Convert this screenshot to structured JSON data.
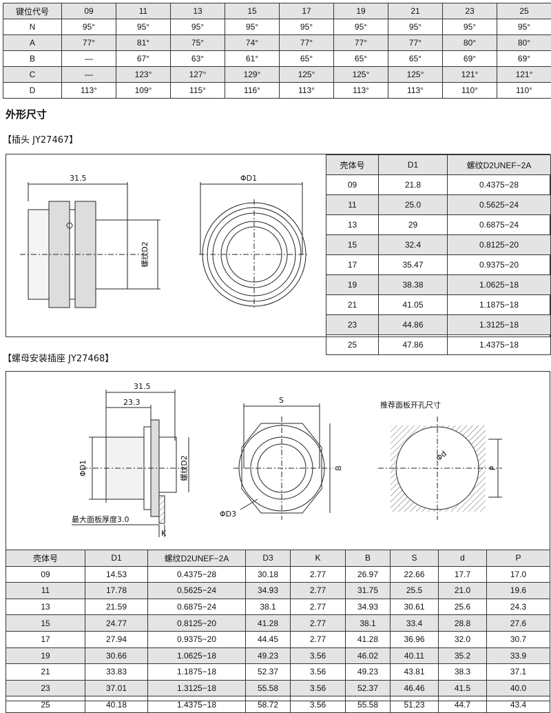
{
  "key_table": {
    "header": [
      "键位代号",
      "09",
      "11",
      "13",
      "15",
      "17",
      "19",
      "21",
      "23",
      "25"
    ],
    "rows": [
      [
        "N",
        "95°",
        "95°",
        "95°",
        "95°",
        "95°",
        "95°",
        "95°",
        "95°",
        "95°"
      ],
      [
        "A",
        "77°",
        "81°",
        "75°",
        "74°",
        "77°",
        "77°",
        "77°",
        "80°",
        "80°"
      ],
      [
        "B",
        "—",
        "67°",
        "63°",
        "61°",
        "65°",
        "65°",
        "65°",
        "69°",
        "69°"
      ],
      [
        "C",
        "—",
        "123°",
        "127°",
        "129°",
        "125°",
        "125°",
        "125°",
        "121°",
        "121°"
      ],
      [
        "D",
        "113°",
        "109°",
        "115°",
        "116°",
        "113°",
        "113°",
        "113°",
        "110°",
        "110°"
      ]
    ]
  },
  "section_title": "外形尺寸",
  "plug": {
    "title": "【插头 JY27467】",
    "drawing_labels": {
      "length": "31.5",
      "thread": "螺纹D2",
      "dia": "ΦD1"
    },
    "table": {
      "header": [
        "壳体号",
        "D1",
        "螺纹D2UNEF−2A"
      ],
      "rows": [
        [
          "09",
          "21.8",
          "0.4375−28"
        ],
        [
          "11",
          "25.0",
          "0.5625−24"
        ],
        [
          "13",
          "29",
          "0.6875−24"
        ],
        [
          "15",
          "32.4",
          "0.8125−20"
        ],
        [
          "17",
          "35.47",
          "0.9375−20"
        ],
        [
          "19",
          "38.38",
          "1.0625−18"
        ],
        [
          "21",
          "41.05",
          "1.1875−18"
        ],
        [
          "23",
          "44.86",
          "1.3125−18"
        ],
        [
          "25",
          "47.86",
          "1.4375−18"
        ]
      ]
    }
  },
  "receptacle": {
    "title": "【螺母安装插座 JY27468】",
    "drawing_labels": {
      "length": "31.5",
      "length2": "23.3",
      "dia1": "ΦD1",
      "thread": "螺纹D2",
      "panel": "最大面板厚度3.0",
      "k": "K",
      "s": "S",
      "b": "B",
      "d3": "ΦD3",
      "cutout_title": "推荐面板开孔尺寸",
      "d": "Φd",
      "p": "P"
    },
    "table": {
      "header": [
        "壳体号",
        "D1",
        "螺纹D2UNEF−2A",
        "D3",
        "K",
        "B",
        "S",
        "d",
        "P"
      ],
      "rows": [
        [
          "09",
          "14.53",
          "0.4375−28",
          "30.18",
          "2.77",
          "26.97",
          "22.66",
          "17.7",
          "17.0"
        ],
        [
          "11",
          "17.78",
          "0.5625−24",
          "34.93",
          "2.77",
          "31.75",
          "25.5",
          "21.0",
          "19.6"
        ],
        [
          "13",
          "21.59",
          "0.6875−24",
          "38.1",
          "2.77",
          "34.93",
          "30.61",
          "25.6",
          "24.3"
        ],
        [
          "15",
          "24.77",
          "0.8125−20",
          "41.28",
          "2.77",
          "38.1",
          "33.4",
          "28.8",
          "27.6"
        ],
        [
          "17",
          "27.94",
          "0.9375−20",
          "44.45",
          "2.77",
          "41.28",
          "36.96",
          "32.0",
          "30.7"
        ],
        [
          "19",
          "30.66",
          "1.0625−18",
          "49.23",
          "3.56",
          "46.02",
          "40.11",
          "35.2",
          "33.9"
        ],
        [
          "21",
          "33.83",
          "1.1875−18",
          "52.37",
          "3.56",
          "49.23",
          "43.81",
          "38.3",
          "37.1"
        ],
        [
          "23",
          "37.01",
          "1.3125−18",
          "55.58",
          "3.56",
          "52.37",
          "46.46",
          "41.5",
          "40.0"
        ],
        [
          "25",
          "40.18",
          "1.4375−18",
          "58.72",
          "3.56",
          "55.58",
          "51.23",
          "44.7",
          "43.4"
        ]
      ]
    }
  }
}
